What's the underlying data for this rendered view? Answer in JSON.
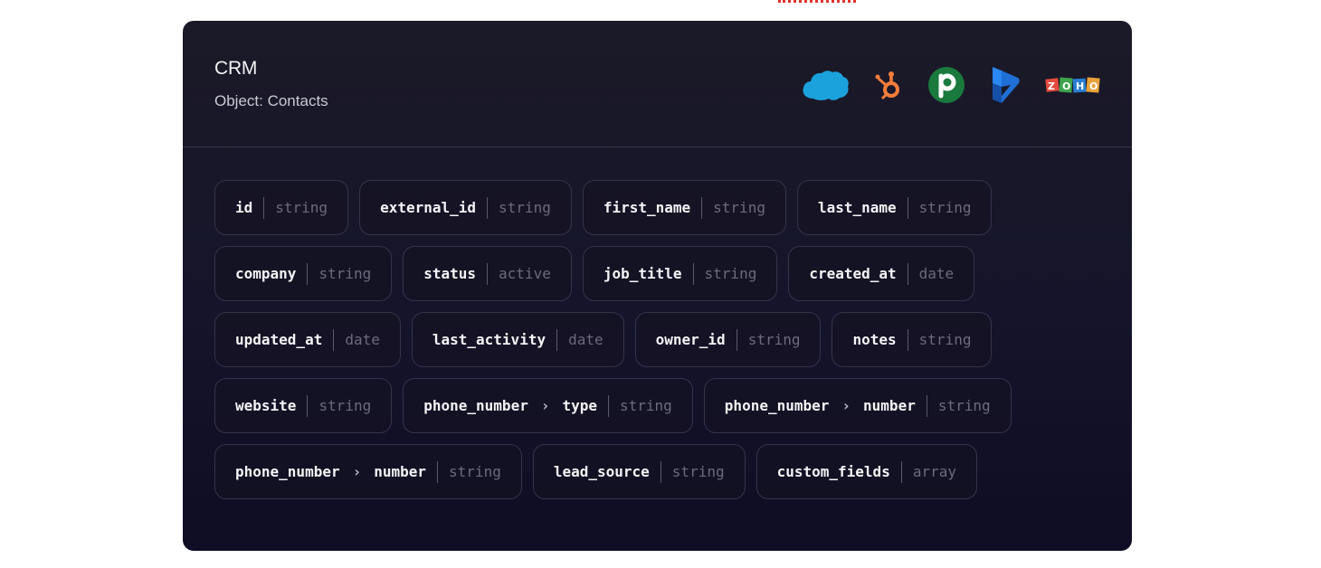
{
  "card": {
    "title": "CRM",
    "subtitle": "Object: Contacts",
    "logos": [
      {
        "icon": "salesforce-icon",
        "color": "#1ba2dd"
      },
      {
        "icon": "hubspot-icon",
        "color": "#f57d3b"
      },
      {
        "icon": "pipedrive-icon",
        "color": "#1a7a3e",
        "glyph": "p"
      },
      {
        "icon": "dynamics-icon",
        "color": "#1f6fd6"
      },
      {
        "icon": "zoho-icon",
        "color": "#e8a23a",
        "glyph": "ZOHO"
      }
    ]
  },
  "fields": {
    "rows": [
      [
        {
          "name": "id",
          "type": "string"
        },
        {
          "name": "external_id",
          "type": "string"
        },
        {
          "name": "first_name",
          "type": "string"
        },
        {
          "name": "last_name",
          "type": "string"
        }
      ],
      [
        {
          "name": "company",
          "type": "string"
        },
        {
          "name": "status",
          "type": "active"
        },
        {
          "name": "job_title",
          "type": "string"
        },
        {
          "name": "created_at",
          "type": "date"
        }
      ],
      [
        {
          "name": "updated_at",
          "type": "date"
        },
        {
          "name": "last_activity",
          "type": "date"
        },
        {
          "name": "owner_id",
          "type": "string"
        },
        {
          "name": "notes",
          "type": "string"
        }
      ],
      [
        {
          "name": "website",
          "type": "string"
        },
        {
          "name": "phone_number",
          "sub": "type",
          "type": "string"
        },
        {
          "name": "phone_number",
          "sub": "number",
          "type": "string"
        }
      ],
      [
        {
          "name": "phone_number",
          "sub": "number",
          "type": "string"
        },
        {
          "name": "lead_source",
          "type": "string"
        },
        {
          "name": "custom_fields",
          "type": "array"
        }
      ]
    ],
    "arrow_glyph": "›"
  }
}
